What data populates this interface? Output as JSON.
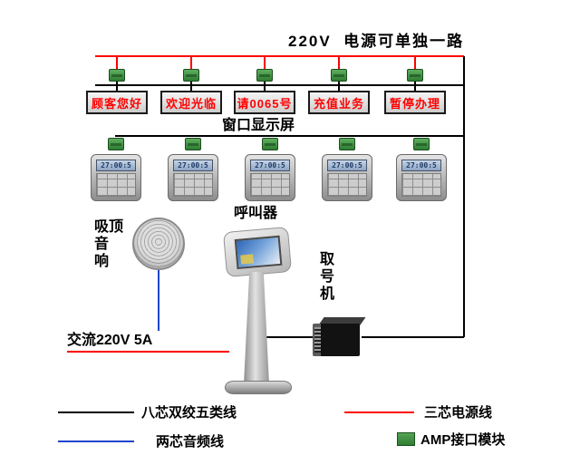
{
  "title": "220V  电源可单独一路",
  "display_row_label": "窗口显示屏",
  "displays": [
    {
      "text": "顾客您好"
    },
    {
      "text": "欢迎光临"
    },
    {
      "text": "请0065号"
    },
    {
      "text": "充值业务"
    },
    {
      "text": "暂停办理"
    }
  ],
  "caller_row_label": "呼叫器",
  "callers": [
    {
      "screen": "27:00:5"
    },
    {
      "screen": "27:00:5"
    },
    {
      "screen": "27:00:5"
    },
    {
      "screen": "27:00:5"
    },
    {
      "screen": "27:00:5"
    }
  ],
  "speaker_label": "吸顶\n音\n响",
  "kiosk_label": "取\n号\n机",
  "ac_power_label": "交流220V 5A",
  "legend": [
    {
      "type": "line",
      "color": "#000000",
      "label": "八芯双绞五类线"
    },
    {
      "type": "line",
      "color": "#2244cc",
      "label": "两芯音频线"
    },
    {
      "type": "line",
      "color": "#ff0000",
      "label": "三芯电源线"
    },
    {
      "type": "square",
      "color": "#2e7d32",
      "label": "AMP接口模块"
    }
  ],
  "colors": {
    "power_line": "#ff0000",
    "signal_line": "#000000",
    "audio_line": "#2244cc",
    "amp_module_green": "#2e7d32",
    "led_text": "#ff0000"
  }
}
